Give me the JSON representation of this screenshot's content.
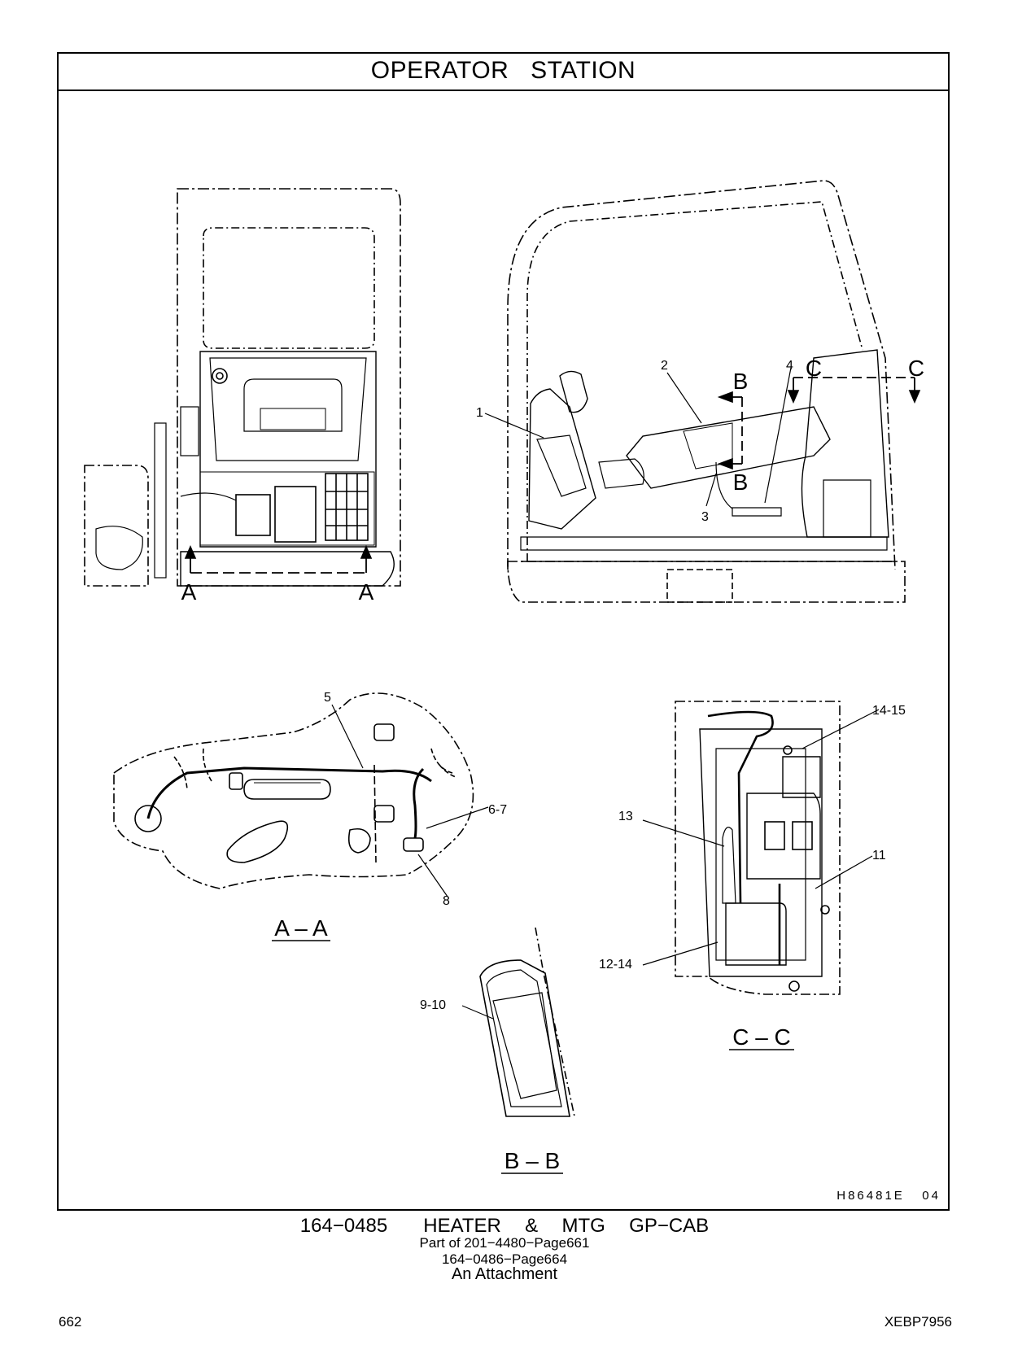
{
  "header": {
    "title": "OPERATOR   STATION"
  },
  "callouts": {
    "c1": "1",
    "c2": "2",
    "c3": "3",
    "c4": "4",
    "c5": "5",
    "c6_7": "6-7",
    "c8": "8",
    "c9_10": "9-10",
    "c11": "11",
    "c12_14": "12-14",
    "c13": "13",
    "c14_15": "14-15"
  },
  "section_marks": {
    "a": "A",
    "b": "B",
    "c": "C"
  },
  "views": {
    "aa": "A – A",
    "bb": "B – B",
    "cc": "C – C"
  },
  "drawing_code": "H86481E   04",
  "caption": {
    "line1": "164−0485   HEATER  &  MTG  GP−CAB",
    "line2": "Part of 201−4480−Page661",
    "line3": "164−0486−Page664",
    "line4": "An Attachment"
  },
  "footer": {
    "page_number": "662",
    "doc_id": "XEBP7956"
  }
}
